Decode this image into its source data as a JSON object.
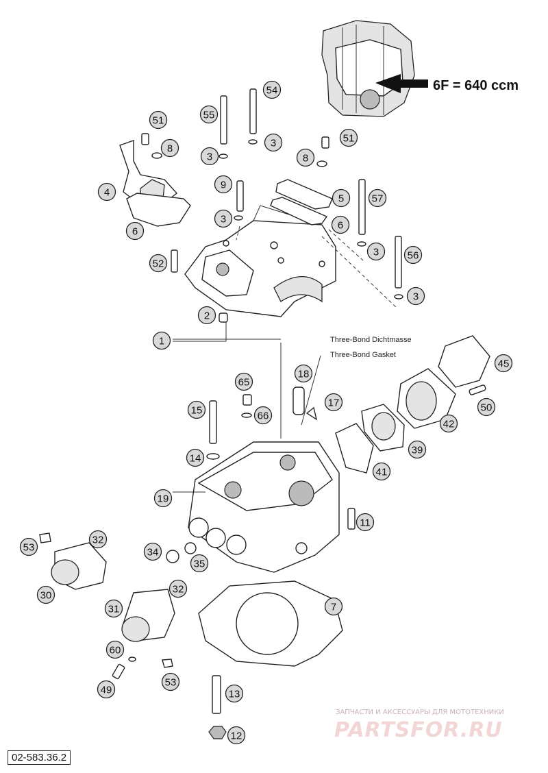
{
  "diagram_code": "02-583.36.2",
  "annotation_text": "6F = 640 ccm",
  "gasket_note_de": "Three-Bond Dichtmasse",
  "gasket_note_en": "Three-Bond Gasket",
  "watermark_sub": "ЗАПЧАСТИ И АКСЕССУАРЫ ДЛЯ МОТОТЕХНИКИ",
  "watermark_brand": "PARTSFOR.RU",
  "callouts": [
    "1",
    "2",
    "3",
    "4",
    "5",
    "6",
    "7",
    "8",
    "9",
    "11",
    "12",
    "13",
    "14",
    "15",
    "17",
    "18",
    "19",
    "30",
    "31",
    "32",
    "34",
    "35",
    "39",
    "41",
    "42",
    "45",
    "49",
    "50",
    "51",
    "52",
    "53",
    "54",
    "55",
    "56",
    "57",
    "60",
    "65",
    "66"
  ]
}
